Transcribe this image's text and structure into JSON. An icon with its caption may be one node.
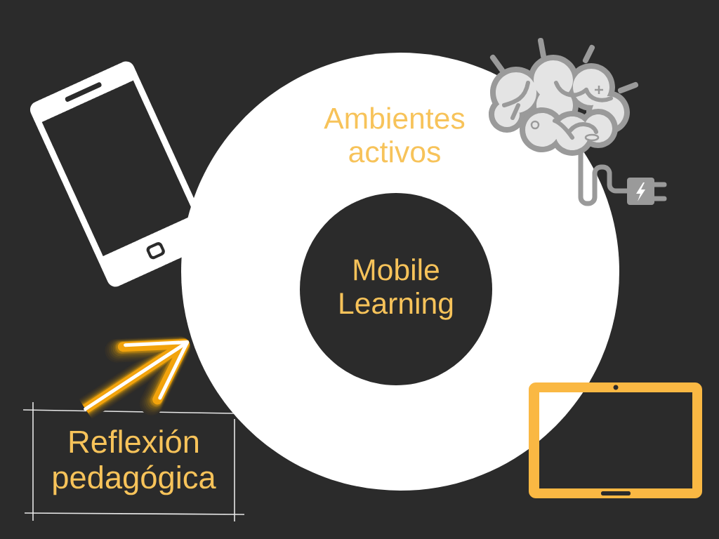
{
  "diagram": {
    "nodes": [
      {
        "text": [
          "Ambientes activos"
        ]
      },
      {
        "text": [
          "Mobile Learning"
        ],
        "in": 0
      },
      {
        "text": [
          "Reflexión pedagógica"
        ]
      }
    ],
    "edges": [
      {
        "from": 2,
        "to": 0,
        "arrow": "to"
      }
    ]
  }
}
